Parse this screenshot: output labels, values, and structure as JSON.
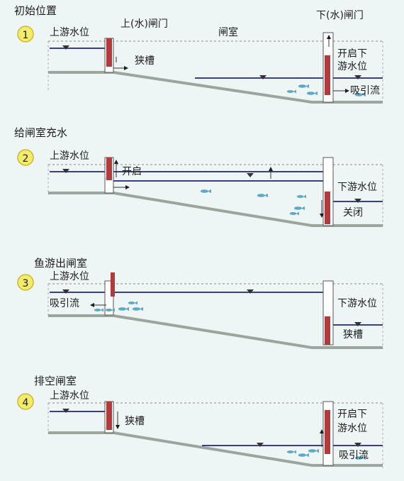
{
  "panels": [
    {
      "number": "1",
      "step_title": "初始位置",
      "upstream": "上游水位",
      "upper_gate": "上(水)闸门",
      "chamber": "闸室",
      "lower_gate": "下(水)闸门",
      "lower_label_1": "开启下",
      "lower_label_2": "游水位",
      "slot": "狭槽",
      "suction": "吸引流"
    },
    {
      "number": "2",
      "step_title": "给闸室充水",
      "upstream": "上游水位",
      "open": "开启",
      "downstream": "下游水位",
      "closed": "关闭"
    },
    {
      "number": "3",
      "step_title": "鱼游出闸室",
      "upstream": "上游水位",
      "suction": "吸引流",
      "downstream": "下游水位",
      "slot": "狭槽"
    },
    {
      "number": "4",
      "step_title": "排空闸室",
      "upstream": "上游水位",
      "slot": "狭槽",
      "lower_label_1": "开启下",
      "lower_label_2": "游水位",
      "suction": "吸引流"
    }
  ],
  "colors": {
    "background": "#eef6f5",
    "water_line": "#3a3f8c",
    "gate_red": "#b33a3a",
    "channel_bed": "#9aa59d",
    "fish": "#5aa9c9",
    "number_circle": "#f3ec6b"
  }
}
